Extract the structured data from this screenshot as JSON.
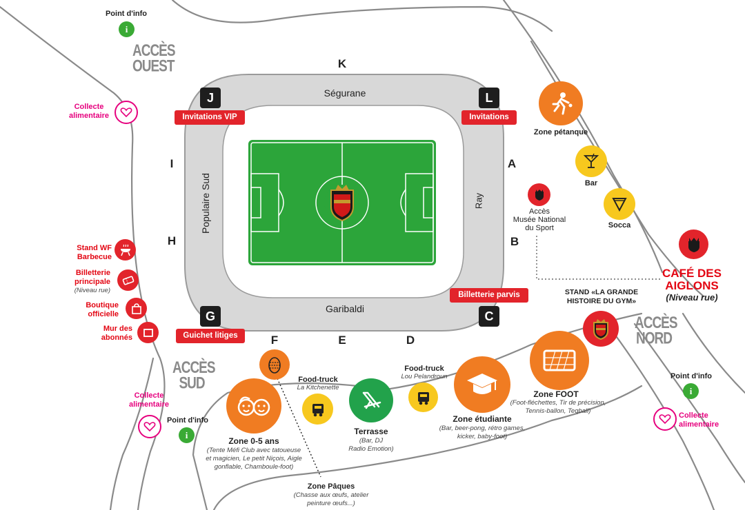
{
  "colors": {
    "red": "#e2242b",
    "orange": "#f07c22",
    "yellow": "#f7c81e",
    "green": "#22a24b",
    "pitch": "#2ca53a",
    "pink": "#e6007e",
    "info_green": "#3aaa35",
    "stand_grey": "#d9d9d9"
  },
  "stadium": {
    "stands": {
      "north": "Ségurane",
      "south": "Garibaldi",
      "west": "Populaire Sud",
      "east": "Ray"
    },
    "gates": {
      "j": "J",
      "l": "L",
      "g": "G",
      "c": "C"
    },
    "letters": {
      "k": "K",
      "i": "I",
      "h": "H",
      "a": "A",
      "b": "B",
      "f": "F",
      "e": "E",
      "d": "D"
    },
    "tags": {
      "invitations_vip": "Invitations VIP",
      "invitations": "Invitations",
      "billetterie_parvis": "Billetterie parvis",
      "guichet_litiges": "Guichet litiges"
    }
  },
  "access": {
    "ouest": [
      "ACCÈS",
      "OUEST"
    ],
    "sud": [
      "ACCÈS",
      "SUD"
    ],
    "nord": [
      "ACCÈS",
      "NORD"
    ]
  },
  "left_services": {
    "point_info_top": "Point d'info",
    "collecte_top": [
      "Collecte",
      "alimentaire"
    ],
    "stand_wf": [
      "Stand WF",
      "Barbecue"
    ],
    "billetterie": [
      "Billetterie",
      "principale"
    ],
    "billetterie_sub": "(Niveau rue)",
    "boutique": [
      "Boutique",
      "officielle"
    ],
    "mur": [
      "Mur des",
      "abonnés"
    ],
    "collecte_bottom": [
      "Collecte",
      "alimentaire"
    ],
    "point_info_bottom": "Point d'info"
  },
  "right_services": {
    "zone_petanque": "Zone pétanque",
    "bar": "Bar",
    "socca": "Socca",
    "musee": [
      "Accès",
      "Musée National",
      "du Sport"
    ],
    "cafe": [
      "CAFÉ DES",
      "AIGLONS"
    ],
    "cafe_sub": "(Niveau rue)",
    "stand_gym": [
      "STAND «LA GRANDE",
      "HISTOIRE DU GYM»"
    ],
    "point_info_right": "Point d'info",
    "collecte_right": [
      "Collecte",
      "alimentaire"
    ]
  },
  "bottom_zones": {
    "zone_0_5": {
      "title": "Zone 0-5 ans",
      "sub": [
        "(Tente Méfi Club avec tatoueuse",
        "et magicien, Le petit Niçois, Aigle",
        "gonflable, Chamboule-foot)"
      ]
    },
    "food_truck_1": {
      "title": "Food-truck",
      "sub": "La Kitchenette"
    },
    "terrasse": {
      "title": "Terrasse",
      "sub": [
        "(Bar, DJ",
        "Radio Emotion)"
      ]
    },
    "food_truck_2": {
      "title": "Food-truck",
      "sub": "Lou Pelandroun"
    },
    "zone_etudiante": {
      "title": "Zone étudiante",
      "sub": [
        "(Bar, beer-pong, rétro games,",
        "kicker, baby-foot)"
      ]
    },
    "zone_foot": {
      "title": "Zone FOOT",
      "sub": [
        "(Foot-fléchettes, Tir de précision,",
        "Tennis-ballon, Teqball)"
      ]
    },
    "zone_paques": {
      "title": "Zone Pâques",
      "sub": [
        "(Chasse aux œufs, atelier",
        "peinture œufs...)"
      ]
    }
  },
  "icons": {
    "info": "info-icon",
    "collecte": "heart-hands-icon",
    "petanque": "petanque-player-icon",
    "bar": "cocktail-icon",
    "socca": "socca-slice-icon",
    "barbecue": "barbecue-icon",
    "ticket": "ticket-icon",
    "bag": "shopping-bag-icon",
    "mur": "frame-icon",
    "egg": "easter-egg-icon",
    "kids": "kids-faces-icon",
    "truck": "food-truck-icon",
    "deckchair": "deckchair-icon",
    "graduation": "graduation-cap-icon",
    "goal": "goal-net-icon",
    "crest": "ogc-nice-crest-icon"
  }
}
